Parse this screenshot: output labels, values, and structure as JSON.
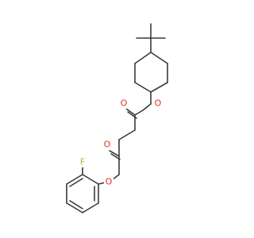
{
  "molecule": {
    "atoms": {
      "o_ring_ester": {
        "symbol": "O",
        "color": "#e0321e"
      },
      "o_carbonyl_top": {
        "symbol": "O",
        "color": "#e0321e"
      },
      "o_carbonyl_bottom": {
        "symbol": "O",
        "color": "#e0321e"
      },
      "o_aryl_ester": {
        "symbol": "O",
        "color": "#e0321e"
      },
      "fluorine": {
        "symbol": "F",
        "color": "#8fbf3f"
      }
    },
    "bond_color": "#3a3a3a"
  }
}
